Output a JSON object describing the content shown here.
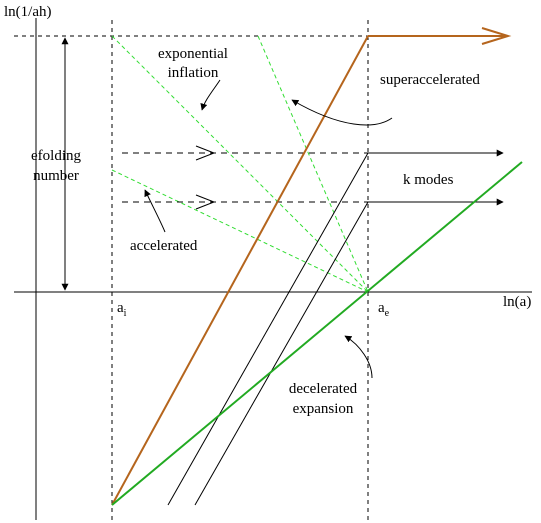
{
  "axes": {
    "y_label": "ln(1/ah)",
    "x_label": "ln(a)"
  },
  "ticks": {
    "ai_base": "a",
    "ai_sub": "i",
    "ae_base": "a",
    "ae_sub": "e"
  },
  "labels": {
    "efolding_line1": "efolding",
    "efolding_line2": "number",
    "exponential_line1": "exponential",
    "exponential_line2": "inflation",
    "superaccelerated": "superaccelerated",
    "k_modes": "k modes",
    "accelerated": "accelerated",
    "decelerated_line1": "decelerated",
    "decelerated_line2": "expansion"
  },
  "colors": {
    "brown": "#b5651d",
    "green": "#22aa22",
    "dashed_green": "#33dd33",
    "black": "#000000"
  }
}
